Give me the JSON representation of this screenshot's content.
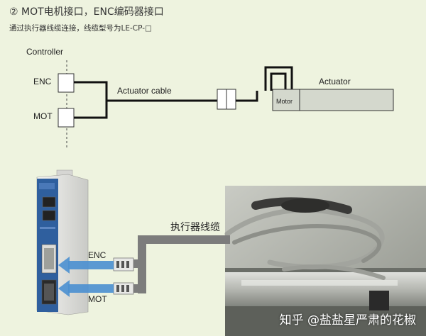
{
  "header": {
    "title": "② MOT电机接口，ENC编码器接口",
    "subtitle": "通过执行器线缆连接，线缆型号为LE-CP-□"
  },
  "schematic": {
    "controller_label": "Controller",
    "enc_label": "ENC",
    "mot_label": "MOT",
    "cable_label": "Actuator cable",
    "actuator_label": "Actuator",
    "motor_label": "Motor"
  },
  "photo": {
    "cable_label": "执行器线缆",
    "enc_label": "ENC",
    "mot_label": "MOT"
  },
  "watermark": "知乎 @盐盐星严肃的花椒",
  "colors": {
    "background": "#eef3df",
    "arrow_blue": "#4a8fd0",
    "cable_gray": "#7c7c7c",
    "controller_blue": "#2f5f9e",
    "actuator_fill": "#d4d8cd"
  }
}
